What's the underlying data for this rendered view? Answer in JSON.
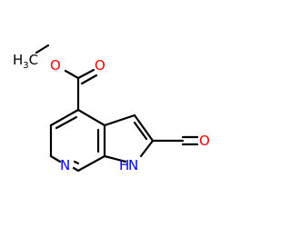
{
  "molecule": {
    "atoms": {
      "methyl": {
        "main": "H",
        "sub": "3",
        "tail": "C",
        "color": "#000000"
      },
      "ester_o": {
        "text": "O",
        "color": "#ff0000"
      },
      "carbonyl_o": {
        "text": "O",
        "color": "#ff0000"
      },
      "pyridine_n": {
        "text": "N",
        "color": "#0000ff"
      },
      "pyrrole_nh": {
        "text": "N",
        "color": "#0000ff"
      },
      "pyrrole_h": {
        "text": "H",
        "color": "#0000ff"
      },
      "aldehyde_o": {
        "text": "O",
        "color": "#ff0000"
      }
    },
    "bond_color": "#000000"
  }
}
